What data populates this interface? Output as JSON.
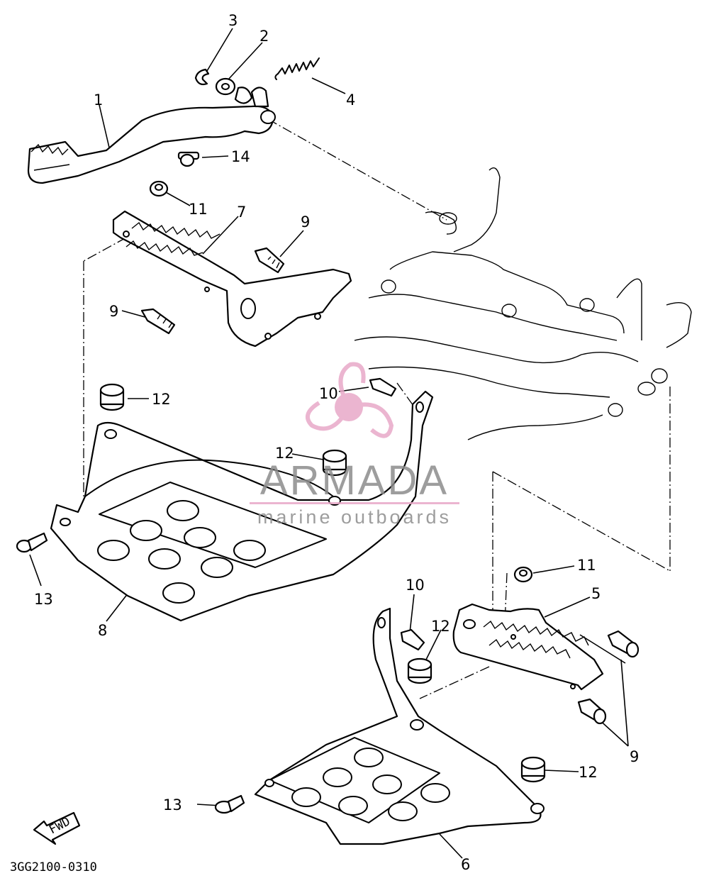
{
  "callouts": {
    "c1": "1",
    "c2": "2",
    "c3": "3",
    "c4": "4",
    "c14": "14",
    "c11a": "11",
    "c7": "7",
    "c9a": "9",
    "c9b": "9",
    "c12a": "12",
    "c10a": "10",
    "c12b": "12",
    "c13a": "13",
    "c8": "8",
    "c11b": "11",
    "c5": "5",
    "c10b": "10",
    "c12c": "12",
    "c9c": "9",
    "c12d": "12",
    "c13b": "13",
    "c6": "6"
  },
  "direction_marker": "FWD",
  "drawing_code": "3GG2100-0310",
  "watermark": {
    "brand": "ARMADA",
    "tagline": "marine outboards",
    "logo_color": "#e8a9c8",
    "text_color": "#8c8c8c"
  }
}
